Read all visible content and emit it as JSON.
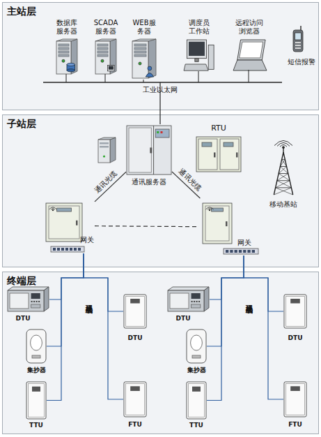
{
  "diagram": {
    "nodes": [
      {
        "text": [
          "主站层"
        ]
      },
      {
        "text": [
          "数据库 服务器"
        ],
        "in": 0
      },
      {
        "text": [
          "SCADA 服务器"
        ],
        "in": 0
      },
      {
        "text": [
          "WEB服 务器"
        ],
        "in": 0
      },
      {
        "text": [
          "调度员 工作站"
        ],
        "in": 0
      },
      {
        "text": [
          "远程访问 浏览器"
        ],
        "in": 0
      },
      {
        "text": [
          "短信报警"
        ],
        "in": 0
      },
      {
        "text": [
          "子站层"
        ]
      },
      {
        "text": [
          "通讯服务器"
        ],
        "in": 7
      },
      {
        "text": [
          "RTU"
        ],
        "in": 7
      },
      {
        "text": [
          "移动基站"
        ],
        "in": 7
      },
      {
        "text": [
          "网关"
        ],
        "in": 7
      },
      {
        "text": [
          "网关"
        ],
        "in": 7
      },
      {
        "text": [
          "终端层"
        ]
      },
      {
        "text": [
          "DTU"
        ],
        "in": 13
      },
      {
        "text": [
          "集抄器"
        ],
        "in": 13
      },
      {
        "text": [
          "TTU"
        ],
        "in": 13
      },
      {
        "text": [
          "DTU"
        ],
        "in": 13
      },
      {
        "text": [
          "FTU"
        ],
        "in": 13
      },
      {
        "text": [
          "DTU"
        ],
        "in": 13
      },
      {
        "text": [
          "集抄器"
        ],
        "in": 13
      },
      {
        "text": [
          "TTU"
        ],
        "in": 13
      },
      {
        "text": [
          "DTU"
        ],
        "in": 13
      },
      {
        "text": [
          "FTU"
        ],
        "in": 13
      }
    ],
    "edges": [
      {
        "from": 8,
        "to": 11,
        "arrow": "none",
        "label": "通讯光缆"
      },
      {
        "from": 8,
        "to": 12,
        "arrow": "none",
        "label": "通讯光缆"
      },
      {
        "from": 11,
        "to": 12,
        "arrow": "none"
      },
      {
        "from": 11,
        "to": 14,
        "arrow": "none"
      },
      {
        "from": 11,
        "to": 15,
        "arrow": "none"
      },
      {
        "from": 11,
        "to": 16,
        "arrow": "none"
      },
      {
        "from": 11,
        "to": 17,
        "arrow": "none"
      },
      {
        "from": 11,
        "to": 18,
        "arrow": "none"
      },
      {
        "from": 12,
        "to": 19,
        "arrow": "none"
      },
      {
        "from": 12,
        "to": 20,
        "arrow": "none"
      },
      {
        "from": 12,
        "to": 21,
        "arrow": "none"
      },
      {
        "from": 12,
        "to": 22,
        "arrow": "none"
      },
      {
        "from": 12,
        "to": 23,
        "arrow": "none"
      }
    ],
    "labels": [
      "工业以太网",
      "现场总线",
      "现场总线"
    ]
  }
}
